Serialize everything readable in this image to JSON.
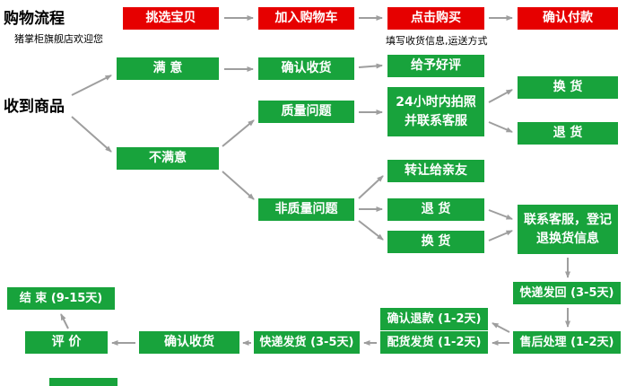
{
  "colors": {
    "red": "#e60000",
    "green": "#18a33c",
    "arrow": "#9e9e9e"
  },
  "header": {
    "title": "购物流程",
    "subtitle": "猪掌柜旗舰店欢迎您",
    "receive_label": "收到商品",
    "buy_note": "填写收货信息,运送方式"
  },
  "nodes": {
    "pick": {
      "label": "挑选宝贝"
    },
    "add_cart": {
      "label": "加入购物车"
    },
    "click_buy": {
      "label": "点击购买"
    },
    "confirm_pay": {
      "label": "确认付款"
    },
    "satisfied": {
      "label": "满  意"
    },
    "confirm_receive_top": {
      "label": "确认收货"
    },
    "good_review": {
      "label": "给予好评"
    },
    "exchange_top": {
      "label": "换  货"
    },
    "quality_issue": {
      "label": "质量问题"
    },
    "photo_contact": {
      "label": "24小时内拍照并联系客服"
    },
    "return_top": {
      "label": "退  货"
    },
    "unsatisfied": {
      "label": "不满意"
    },
    "transfer_friends": {
      "label": "转让给亲友"
    },
    "non_quality_issue": {
      "label": "非质量问题"
    },
    "return_mid": {
      "label": "退  货"
    },
    "exchange_mid": {
      "label": "换  货"
    },
    "contact_service": {
      "label": "联系客服，登记退换货信息"
    },
    "express_return": {
      "label": "快递发回 (3-5天)"
    },
    "aftersales": {
      "label": "售后处理 (1-2天)"
    },
    "confirm_refund": {
      "label": "确认退款 (1-2天)"
    },
    "dispatch": {
      "label": "配货发货 (1-2天)"
    },
    "express_ship": {
      "label": "快递发货 (3-5天)"
    },
    "confirm_receive_bottom": {
      "label": "确认收货"
    },
    "evaluate": {
      "label": "评  价"
    },
    "finish": {
      "label": "结 束 (9-15天)"
    }
  }
}
